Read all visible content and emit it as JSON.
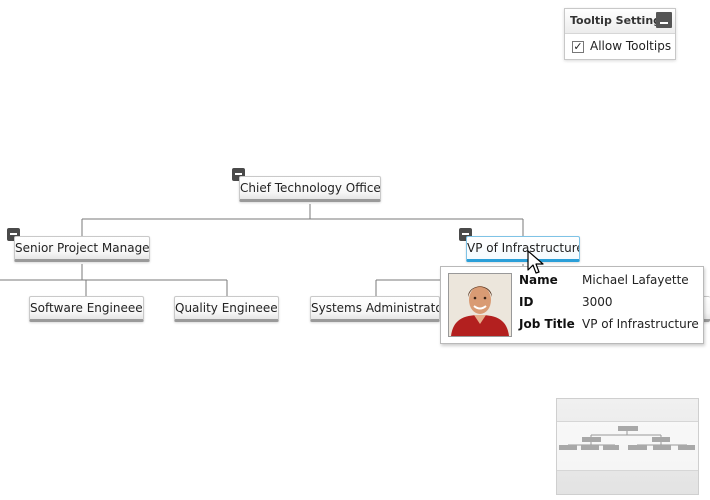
{
  "settings": {
    "title": "Tooltip Settings",
    "allow_tooltips_label": "Allow Tooltips",
    "allow_tooltips_checked": true,
    "check_mark": "✓"
  },
  "org": {
    "cto": "Chief Technology Officer",
    "senior_pm": "Senior Project Manager",
    "vp_infra": "VP of Infrastructure",
    "software_engineer": "Software Engineeer",
    "quality_engineer": "Quality Engineeer",
    "systems_admin": "Systems Administrator"
  },
  "tooltip": {
    "rows": [
      {
        "label": "Name",
        "value": "Michael Lafayette"
      },
      {
        "label": "ID",
        "value": "3000"
      },
      {
        "label": "Job Title",
        "value": "VP of Infrastructure"
      }
    ]
  },
  "colors": {
    "selected_accent": "#2b9fd8",
    "connector": "#7a7a7a",
    "collapse_button": "#4a4a4a"
  }
}
